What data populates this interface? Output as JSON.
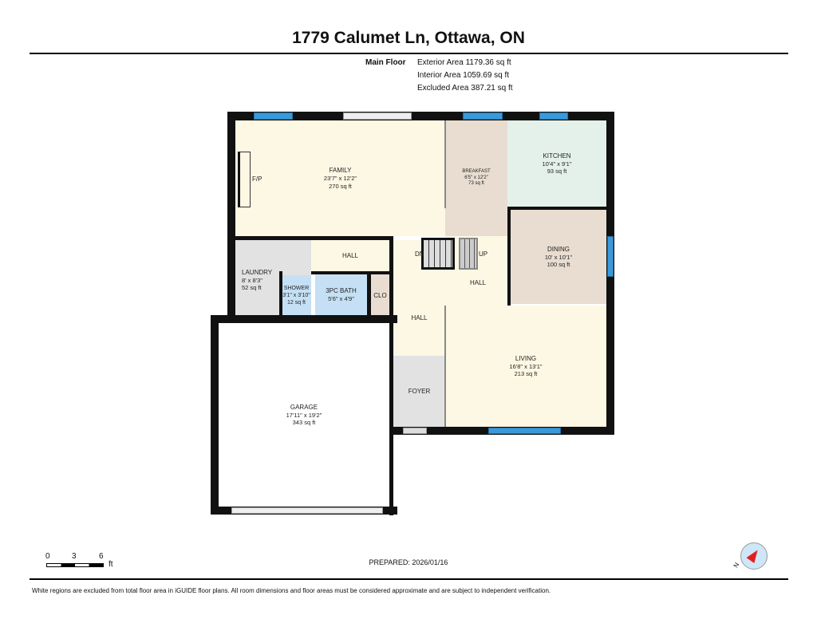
{
  "title": "1779 Calumet Ln, Ottawa, ON",
  "floor": {
    "name": "Main Floor",
    "exterior": "Exterior Area 1179.36 sq ft",
    "interior": "Interior Area 1059.69 sq ft",
    "excluded": "Excluded Area 387.21 sq ft"
  },
  "rooms": {
    "family": {
      "name": "FAMILY",
      "dims": "23'7\" x 12'2\"",
      "area": "270 sq ft"
    },
    "breakfast": {
      "name": "BREAKFAST",
      "dims": "6'5\" x 12'2\"",
      "area": "73 sq ft"
    },
    "kitchen": {
      "name": "KITCHEN",
      "dims": "10'4\" x 9'1\"",
      "area": "93 sq ft"
    },
    "dining": {
      "name": "DINING",
      "dims": "10' x 10'1\"",
      "area": "100 sq ft"
    },
    "laundry": {
      "name": "LAUNDRY",
      "dims": "8' x 8'3\"",
      "area": "52 sq ft"
    },
    "shower": {
      "name": "SHOWER",
      "dims": "3'1\" x 3'10\"",
      "area": "12 sq ft"
    },
    "bath": {
      "name": "3PC BATH",
      "dims": "5'6\" x 4'9\""
    },
    "living": {
      "name": "LIVING",
      "dims": "16'8\" x 13'1\"",
      "area": "213 sq ft"
    },
    "garage": {
      "name": "GARAGE",
      "dims": "17'11\" x 19'2\"",
      "area": "343 sq ft"
    }
  },
  "labels": {
    "fp": "F/P",
    "hall": "HALL",
    "clo": "CLO",
    "foyer": "FOYER",
    "dn": "DN",
    "up": "UP"
  },
  "scale": {
    "t0": "0",
    "t3": "3",
    "t6": "6",
    "unit": "ft"
  },
  "prepared": "PREPARED: 2026/01/16",
  "compass": "N",
  "disclaimer": "White regions are excluded from total floor area in iGUIDE floor plans. All room dimensions and floor areas must be considered approximate and are subject to independent verification.",
  "colors": {
    "wall": "#111111",
    "window": "#3a9ad9",
    "cream": "#fdf8e4",
    "tan": "#e8ddd0",
    "mint": "#e4f1ea",
    "blue": "#c5e0f5",
    "gray": "#e2e2e2"
  }
}
